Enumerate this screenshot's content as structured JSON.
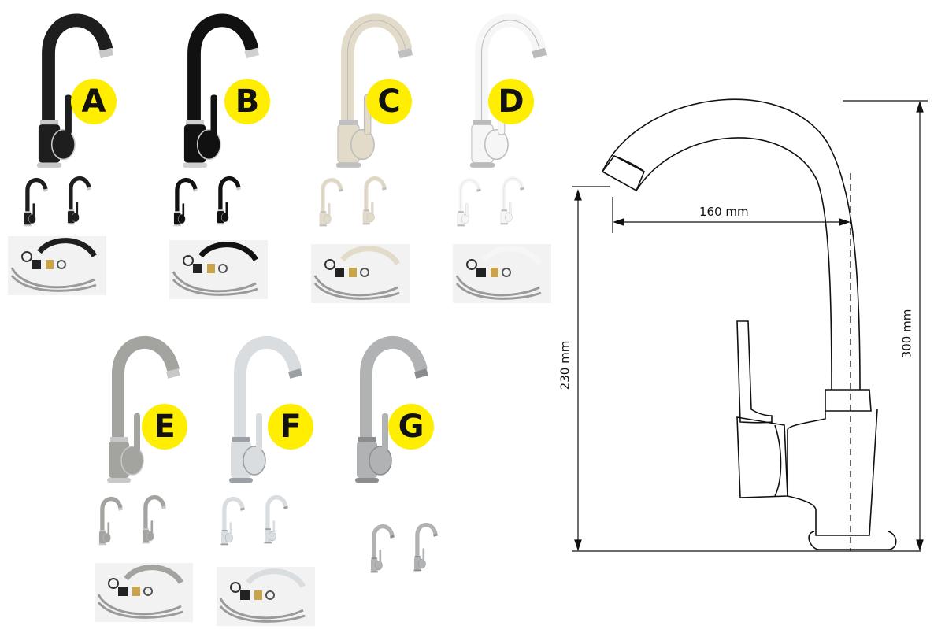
{
  "variants": [
    {
      "letter": "A",
      "finish": "black granite",
      "color": "#1e1e1e",
      "accent": "#c8c8c8"
    },
    {
      "letter": "B",
      "finish": "black",
      "color": "#111111",
      "accent": "#d0d0d0"
    },
    {
      "letter": "C",
      "finish": "beige",
      "color": "#e2dbc9",
      "accent": "#c0c0c0"
    },
    {
      "letter": "D",
      "finish": "white",
      "color": "#f6f6f6",
      "accent": "#bbbbbb"
    },
    {
      "letter": "E",
      "finish": "grey",
      "color": "#a3a3a0",
      "accent": "#c8c8c8"
    },
    {
      "letter": "F",
      "finish": "chrome",
      "color": "#d9dde0",
      "accent": "#9aa0a6"
    },
    {
      "letter": "G",
      "finish": "brushed steel",
      "color": "#b0b2b3",
      "accent": "#8a8c8e"
    }
  ],
  "badge_color": "#ffee00",
  "drawing": {
    "reach": "160 mm",
    "outlet_height": "230 mm",
    "total_height": "300 mm"
  }
}
